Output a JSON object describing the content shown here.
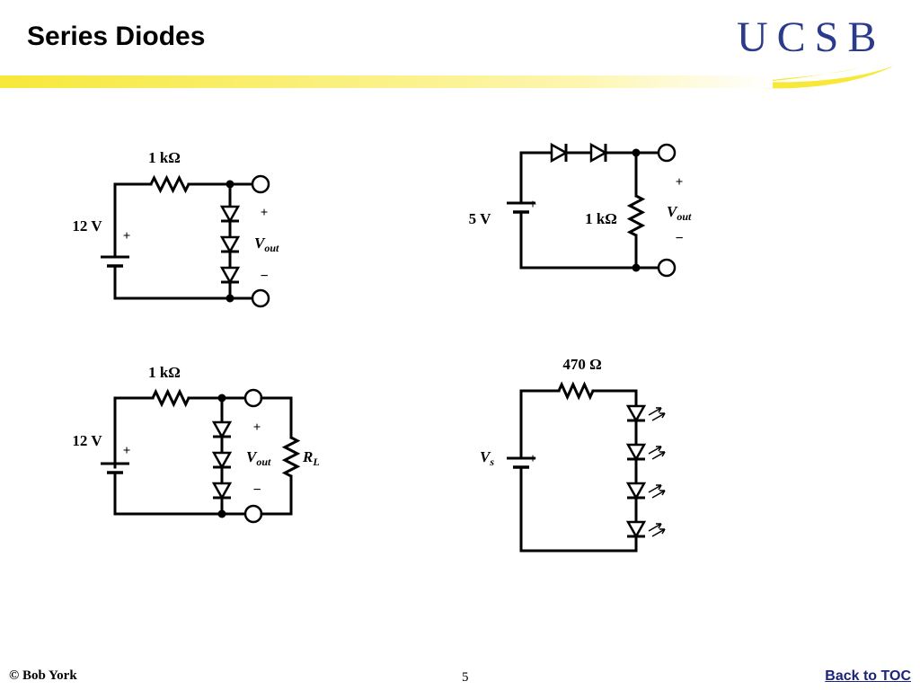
{
  "slide": {
    "title": "Series Diodes",
    "logo_text": "UCSB",
    "footer_copyright": "©  Bob York",
    "page_number": "5",
    "back_link": "Back to TOC"
  },
  "colors": {
    "accent_yellow": "#f7e83a",
    "logo_blue": "#2a3a8c",
    "link_blue": "#1a237e"
  },
  "circuits": {
    "c1": {
      "resistor": "1 kΩ",
      "source": "12 V",
      "plus": "+",
      "minus": "−",
      "vout_main": "V",
      "vout_sub": "out"
    },
    "c2": {
      "resistor": "1 kΩ",
      "source": "5 V",
      "plus": "+",
      "minus": "−",
      "vout_main": "V",
      "vout_sub": "out"
    },
    "c3": {
      "resistor": "1 kΩ",
      "source": "12 V",
      "plus": "+",
      "minus": "−",
      "vout_main": "V",
      "vout_sub": "out",
      "load_main": "R",
      "load_sub": "L"
    },
    "c4": {
      "resistor": "470 Ω",
      "source_main": "V",
      "source_sub": "s",
      "plus": "+"
    }
  }
}
